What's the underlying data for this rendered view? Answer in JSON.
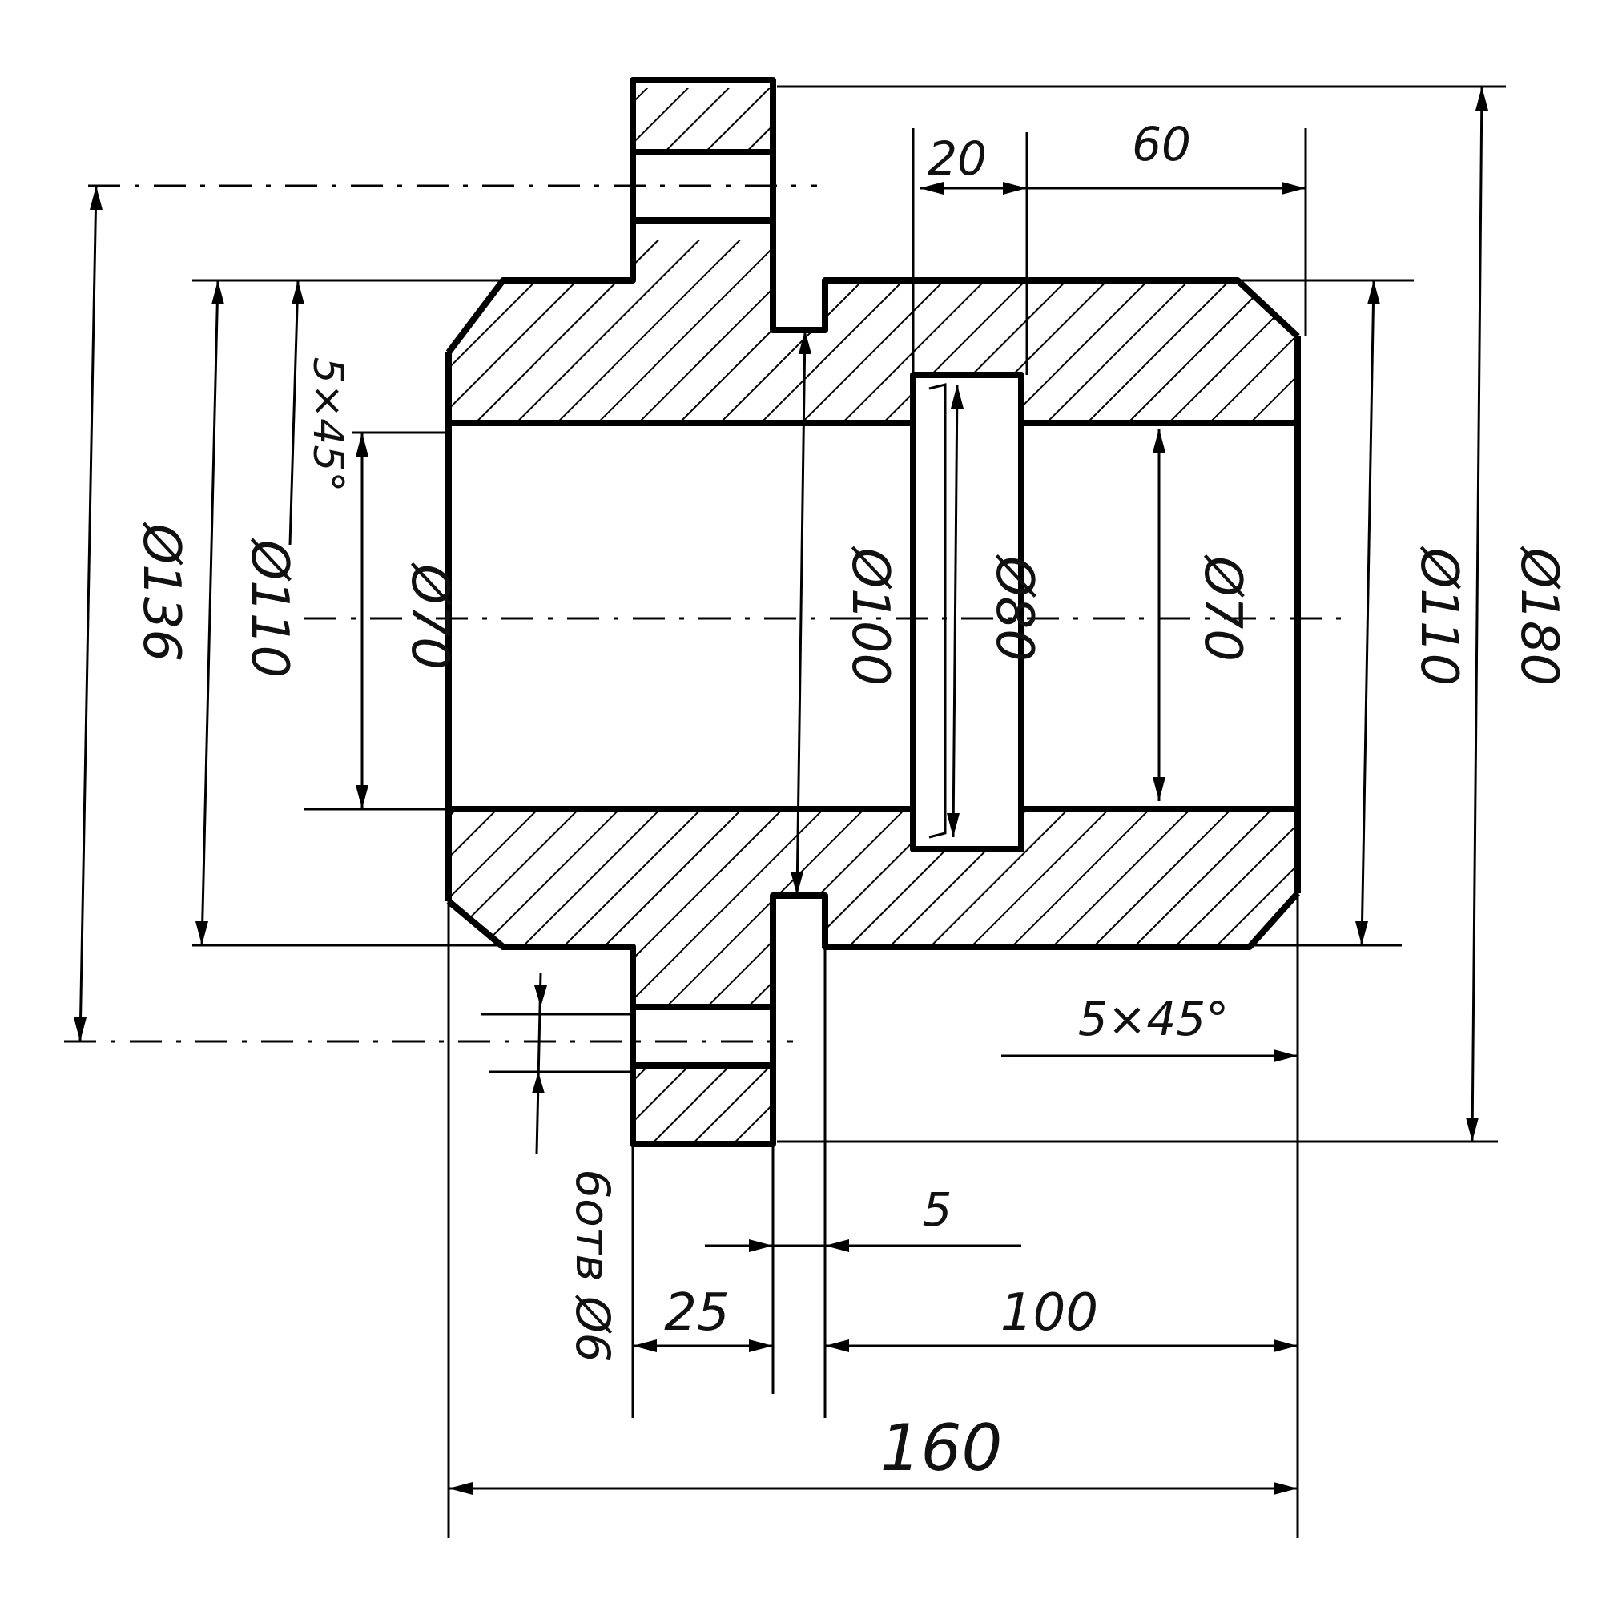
{
  "drawing": {
    "ink_color": "#000000",
    "paper_color": "#ffffff",
    "dimensions": {
      "d136": "Ø136",
      "d110_left": "Ø110",
      "chamfer_left": "5×45°",
      "d70_left": "Ø70",
      "d100": "Ø100",
      "d80": "Ø80",
      "d70_right": "Ø70",
      "d110_right": "Ø110",
      "d180": "Ø180",
      "top_20": "20",
      "top_60": "60",
      "holes": "6отв Ø6",
      "chamfer_right": "5×45°",
      "groove_5": "5",
      "flange_25": "25",
      "len_100": "100",
      "len_160": "160"
    }
  }
}
